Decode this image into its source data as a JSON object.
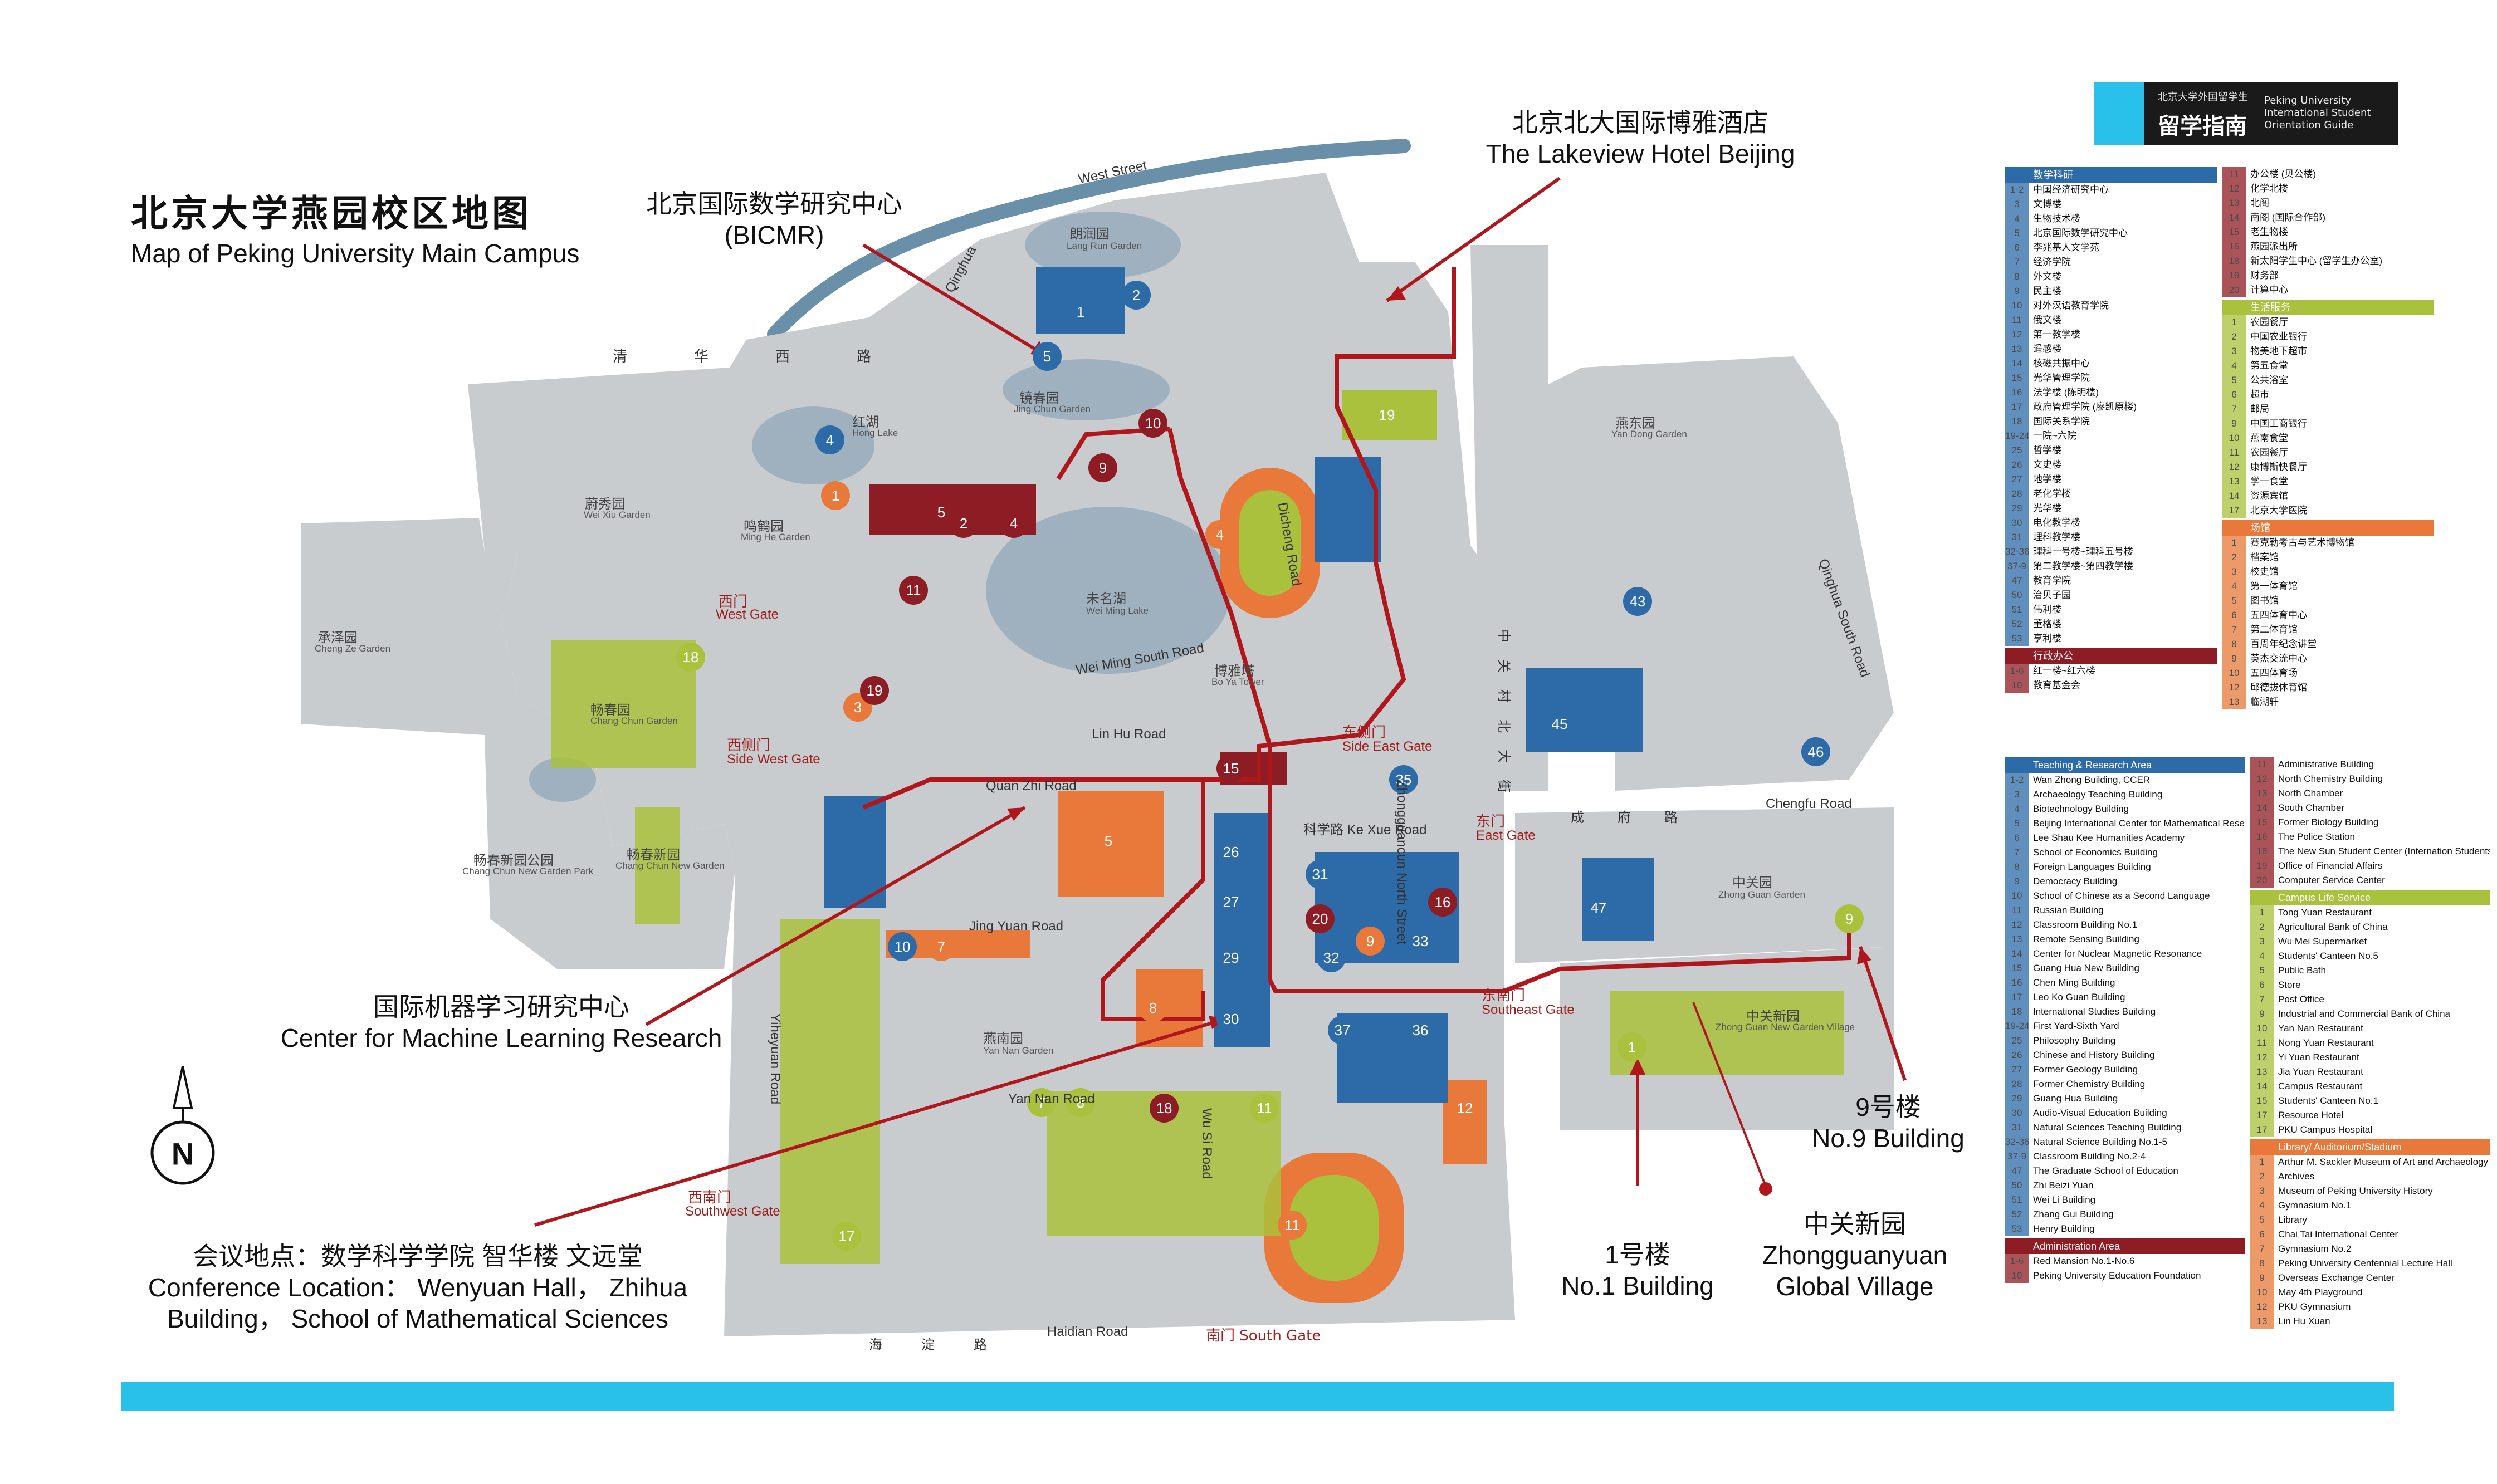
{
  "header": {
    "title_cn": "北京大学燕园校区地图",
    "title_en": "Map of Peking University Main Campus",
    "logo_small": "北京大学外国留学生",
    "logo_main": "留学指南",
    "logo_en": "Peking University International Student Orientation Guide"
  },
  "colors": {
    "teaching": "#2c6aa8",
    "admin": "#8e1c24",
    "life": "#a9c13c",
    "library": "#e8793a",
    "road_route": "#b0171d",
    "building_gray": "#b9bcbf",
    "lake": "#9fb0bf",
    "accent_bar": "#29c0ea"
  },
  "callouts": {
    "bicmr_cn": "北京国际数学研究中心",
    "bicmr_en": "(BICMR)",
    "hotel_cn": "北京北大国际博雅酒店",
    "hotel_en": "The Lakeview Hotel Beijing",
    "cmlr_cn": "国际机器学习研究中心",
    "cmlr_en": "Center for Machine Learning Research",
    "conf_cn": "会议地点：数学科学学院 智华楼 文远堂",
    "conf_en1": "Conference Location：  Wenyuan Hall，  Zhihua",
    "conf_en2": "Building，  School of Mathematical Sciences",
    "b1_cn": "1号楼",
    "b1_en": "No.1 Building",
    "b9_cn": "9号楼",
    "b9_en": "No.9 Building",
    "village_cn": "中关新园",
    "village_en1": "Zhongguanyuan",
    "village_en2": "Global Village"
  },
  "map_labels": {
    "langrun_cn": "朗润园",
    "langrun_en": "Lang Run Garden",
    "hong_cn": "红湖",
    "hong_en": "Hong Lake",
    "jingchun_cn": "镜春园",
    "jingchun_en": "Jing Chun Garden",
    "weixiu_cn": "蔚秀园",
    "weixiu_en": "Wei Xiu Garden",
    "minghe_cn": "鸣鹤园",
    "minghe_en": "Ming He Garden",
    "weiming_cn": "未名湖",
    "weiming_en": "Wei Ming Lake",
    "chengze_cn": "承泽园",
    "chengze_en": "Cheng Ze Garden",
    "changchun_cn": "畅春园",
    "changchun_en": "Chang Chun Garden",
    "changchunnew_cn": "畅春新园",
    "changchunnew_en": "Chang Chun New Garden",
    "ccpark_cn": "畅春新园公园",
    "ccpark_en": "Chang Chun New Garden Park",
    "yannan_cn": "燕南园",
    "yannan_en": "Yan Nan Garden",
    "yandong_cn": "燕东园",
    "yandong_en": "Yan Dong Garden",
    "zhongguan_cn": "中关园",
    "zhongguan_en": "Zhong Guan Garden",
    "zgnew_cn": "中关新园",
    "zgnew_en": "Zhong Guan New Garden Village",
    "boya_cn": "博雅塔",
    "boya_en": "Bo Ya Tower"
  },
  "gates": {
    "west_cn": "西门",
    "west_en": "West Gate",
    "sidewest_cn": "西侧门",
    "sidewest_en": "Side West Gate",
    "sideeast_cn": "东侧门",
    "sideeast_en": "Side East Gate",
    "east_cn": "东门",
    "east_en": "East Gate",
    "southeast_cn": "东南门",
    "southeast_en": "Southeast Gate",
    "southwest_cn": "西南门",
    "southwest_en": "Southwest Gate",
    "south": "南门 South Gate"
  },
  "roads": {
    "west_street": "West Street",
    "qinghua": "Qinghua",
    "qinghua_cn": "清华西路",
    "chengfu": "Chengfu Road",
    "chengfu_cn": "成府路",
    "haidian": "Haidian Road",
    "haidian_cn": "海淀路",
    "zgc_north": "Zhongguancun North Street",
    "zgc_north_cn": "中关村北大街",
    "yiheyuan": "Yiheyuan Road",
    "qinghua_south": "Qinghua South Road",
    "dicheng": "Dicheng Road",
    "kexue": "科学路 Ke Xue Road",
    "linhu": "Lin Hu Road",
    "jingyuan": "Jing Yuan Road",
    "wusi": "Wu Si Road",
    "weiming_south": "Wei Ming South Road",
    "yan_nan": "Yan Nan Road",
    "quan_zhi": "Quan Zhi Road"
  },
  "compass": "N",
  "legend_cn": {
    "cat_teaching": "教学科研",
    "teaching": [
      [
        "1-2",
        "中国经济研究中心"
      ],
      [
        "3",
        "文博楼"
      ],
      [
        "4",
        "生物技术楼"
      ],
      [
        "5",
        "北京国际数学研究中心"
      ],
      [
        "6",
        "李兆基人文学苑"
      ],
      [
        "7",
        "经济学院"
      ],
      [
        "8",
        "外文楼"
      ],
      [
        "9",
        "民主楼"
      ],
      [
        "10",
        "对外汉语教育学院"
      ],
      [
        "11",
        "俄文楼"
      ],
      [
        "12",
        "第一教学楼"
      ],
      [
        "13",
        "遥感楼"
      ],
      [
        "14",
        "核磁共振中心"
      ],
      [
        "15",
        "光华管理学院"
      ],
      [
        "16",
        "法学楼 (陈明楼)"
      ],
      [
        "17",
        "政府管理学院 (廖凯原楼)"
      ],
      [
        "18",
        "国际关系学院"
      ],
      [
        "19-24",
        "一院~六院"
      ],
      [
        "25",
        "哲学楼"
      ],
      [
        "26",
        "文史楼"
      ],
      [
        "27",
        "地学楼"
      ],
      [
        "28",
        "老化学楼"
      ],
      [
        "29",
        "光华楼"
      ],
      [
        "30",
        "电化教学楼"
      ],
      [
        "31",
        "理科教学楼"
      ],
      [
        "32-36",
        "理科一号楼~理科五号楼"
      ],
      [
        "37-9",
        "第二教学楼~第四教学楼"
      ],
      [
        "47",
        "教育学院"
      ],
      [
        "50",
        "治贝子园"
      ],
      [
        "51",
        "伟利楼"
      ],
      [
        "52",
        "董格楼"
      ],
      [
        "53",
        "亨利楼"
      ]
    ],
    "cat_admin": "行政办公",
    "admin": [
      [
        "1-6",
        "红一楼~红六楼"
      ],
      [
        "10",
        "教育基金会"
      ]
    ],
    "teaching_right": [
      [
        "11",
        "办公楼 (贝公楼)"
      ],
      [
        "12",
        "化学北楼"
      ],
      [
        "13",
        "北阁"
      ],
      [
        "14",
        "南阁 (国际合作部)"
      ],
      [
        "15",
        "老生物楼"
      ],
      [
        "16",
        "燕园派出所"
      ],
      [
        "18",
        "新太阳学生中心 (留学生办公室)"
      ],
      [
        "19",
        "财务部"
      ],
      [
        "20",
        "计算中心"
      ]
    ],
    "cat_life": "生活服务",
    "life": [
      [
        "1",
        "农园餐厅"
      ],
      [
        "2",
        "中国农业银行"
      ],
      [
        "3",
        "物美地下超市"
      ],
      [
        "4",
        "第五食堂"
      ],
      [
        "5",
        "公共浴室"
      ],
      [
        "6",
        "超市"
      ],
      [
        "7",
        "邮局"
      ],
      [
        "9",
        "中国工商银行"
      ],
      [
        "10",
        "燕南食堂"
      ],
      [
        "11",
        "农园餐厅"
      ],
      [
        "12",
        "康博斯快餐厅"
      ],
      [
        "13",
        "学一食堂"
      ],
      [
        "14",
        "资源宾馆"
      ],
      [
        "17",
        "北京大学医院"
      ]
    ],
    "cat_library": "场馆",
    "library": [
      [
        "1",
        "赛克勒考古与艺术博物馆"
      ],
      [
        "2",
        "档案馆"
      ],
      [
        "3",
        "校史馆"
      ],
      [
        "4",
        "第一体育馆"
      ],
      [
        "5",
        "图书馆"
      ],
      [
        "6",
        "五四体育中心"
      ],
      [
        "7",
        "第二体育馆"
      ],
      [
        "8",
        "百周年纪念讲堂"
      ],
      [
        "9",
        "英杰交流中心"
      ],
      [
        "10",
        "五四体育场"
      ],
      [
        "12",
        "邱德拔体育馆"
      ],
      [
        "13",
        "临湖轩"
      ]
    ]
  },
  "legend_en": {
    "cat_teaching": "Teaching & Research Area",
    "teaching": [
      [
        "1-2",
        "Wan Zhong Building, CCER"
      ],
      [
        "3",
        "Archaeology Teaching Building"
      ],
      [
        "4",
        "Biotechnology Building"
      ],
      [
        "5",
        "Beijing International Center for Mathematical Research"
      ],
      [
        "6",
        "Lee Shau Kee Humanities Academy"
      ],
      [
        "7",
        "School of Economics Building"
      ],
      [
        "8",
        "Foreign Languages Building"
      ],
      [
        "9",
        "Democracy Building"
      ],
      [
        "10",
        "School of Chinese as a Second Language"
      ],
      [
        "11",
        "Russian Building"
      ],
      [
        "12",
        "Classroom Building No.1"
      ],
      [
        "13",
        "Remote Sensing Building"
      ],
      [
        "14",
        "Center for Nuclear Magnetic Resonance"
      ],
      [
        "15",
        "Guang Hua New Building"
      ],
      [
        "16",
        "Chen Ming Building"
      ],
      [
        "17",
        "Leo Ko Guan Building"
      ],
      [
        "18",
        "International Studies Building"
      ],
      [
        "19-24",
        "First Yard-Sixth Yard"
      ],
      [
        "25",
        "Philosophy Building"
      ],
      [
        "26",
        "Chinese and History Building"
      ],
      [
        "27",
        "Former Geology Building"
      ],
      [
        "28",
        "Former Chemistry Building"
      ],
      [
        "29",
        "Guang Hua Building"
      ],
      [
        "30",
        "Audio-Visual Education Building"
      ],
      [
        "31",
        "Natural Sciences Teaching Building"
      ],
      [
        "32-36",
        "Natural Science Building No.1-5"
      ],
      [
        "37-9",
        "Classroom Building No.2-4"
      ],
      [
        "47",
        "The Graduate School of Education"
      ],
      [
        "50",
        "Zhi Beizi Yuan"
      ],
      [
        "51",
        "Wei Li Building"
      ],
      [
        "52",
        "Zhang Gui Building"
      ],
      [
        "53",
        "Henry Building"
      ]
    ],
    "cat_admin": "Administration Area",
    "admin": [
      [
        "1-6",
        "Red Mansion No.1-No.6"
      ],
      [
        "10",
        "Peking University Education Foundation"
      ]
    ],
    "teaching_right": [
      [
        "11",
        "Administrative Building"
      ],
      [
        "12",
        "North Chemistry Building"
      ],
      [
        "13",
        "North Chamber"
      ],
      [
        "14",
        "South Chamber"
      ],
      [
        "15",
        "Former Biology Building"
      ],
      [
        "16",
        "The Police Station"
      ],
      [
        "18",
        "The New Sun Student Center (Internation Students Division)"
      ],
      [
        "19",
        "Office of Financial Affairs"
      ],
      [
        "20",
        "Computer Service Center"
      ]
    ],
    "cat_life": "Campus Life Service",
    "life": [
      [
        "1",
        "Tong Yuan Restaurant"
      ],
      [
        "2",
        "Agricultural Bank of China"
      ],
      [
        "3",
        "Wu Mei Supermarket"
      ],
      [
        "4",
        "Students' Canteen No.5"
      ],
      [
        "5",
        "Public Bath"
      ],
      [
        "6",
        "Store"
      ],
      [
        "7",
        "Post Office"
      ],
      [
        "9",
        "Industrial and Commercial Bank of China"
      ],
      [
        "10",
        "Yan Nan Restaurant"
      ],
      [
        "11",
        "Nong Yuan Restaurant"
      ],
      [
        "12",
        "Yi Yuan Restaurant"
      ],
      [
        "13",
        "Jia Yuan Restaurant"
      ],
      [
        "14",
        "Campus Restaurant"
      ],
      [
        "15",
        "Students' Canteen No.1"
      ],
      [
        "17",
        "Resource Hotel"
      ],
      [
        "17",
        "PKU Campus Hospital"
      ]
    ],
    "cat_library": "Library/ Auditorium/Stadium",
    "library": [
      [
        "1",
        "Arthur M. Sackler Museum of Art and Archaeology"
      ],
      [
        "2",
        "Archives"
      ],
      [
        "3",
        "Museum of Peking University History"
      ],
      [
        "4",
        "Gymnasium No.1"
      ],
      [
        "5",
        "Library"
      ],
      [
        "6",
        "Chai Tai International Center"
      ],
      [
        "7",
        "Gymnasium No.2"
      ],
      [
        "8",
        "Peking University Centennial Lecture Hall"
      ],
      [
        "9",
        "Overseas Exchange Center"
      ],
      [
        "10",
        "May 4th Playground"
      ],
      [
        "12",
        "PKU Gymnasium"
      ],
      [
        "13",
        "Lin Hu Xuan"
      ]
    ]
  }
}
